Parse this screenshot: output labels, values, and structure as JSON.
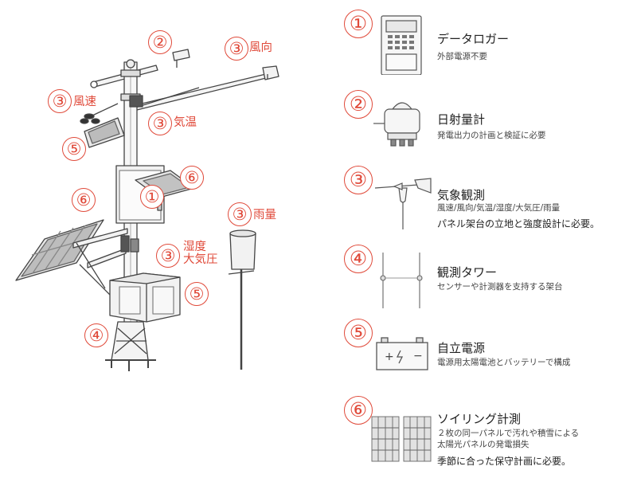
{
  "diagram": {
    "callouts": [
      {
        "num": "②",
        "label": ""
      },
      {
        "num": "③",
        "label": "風向"
      },
      {
        "num": "③",
        "label": "風速"
      },
      {
        "num": "③",
        "label": "気温"
      },
      {
        "num": "⑤",
        "label": ""
      },
      {
        "num": "⑥",
        "label": ""
      },
      {
        "num": "⑥",
        "label": ""
      },
      {
        "num": "①",
        "label": ""
      },
      {
        "num": "③",
        "label": "雨量"
      },
      {
        "num": "③",
        "label": "湿度"
      },
      {
        "num": "",
        "label": "大気圧"
      },
      {
        "num": "⑤",
        "label": ""
      },
      {
        "num": "④",
        "label": ""
      }
    ],
    "legend": [
      {
        "num": "①",
        "icon": "data-logger-icon",
        "title": "データロガー",
        "desc": "外部電源不要",
        "desc2": "",
        "desc3": ""
      },
      {
        "num": "②",
        "icon": "pyranometer-icon",
        "title": "日射量計",
        "desc": "発電出力の計画と検証に必要",
        "desc2": "",
        "desc3": ""
      },
      {
        "num": "③",
        "icon": "weather-sensor-icon",
        "title": "気象観測",
        "desc": "風速/風向/気温/湿度/大気圧/雨量",
        "desc2": "パネル架台の立地と強度設計に必要。",
        "desc3": ""
      },
      {
        "num": "④",
        "icon": "tower-icon",
        "title": "観測タワー",
        "desc": "センサーや計測器を支持する架台",
        "desc2": "",
        "desc3": ""
      },
      {
        "num": "⑤",
        "icon": "battery-icon",
        "title": "自立電源",
        "desc": "電源用太陽電池とバッテリーで構成",
        "desc2": "",
        "desc3": ""
      },
      {
        "num": "⑥",
        "icon": "solar-panel-icon",
        "title": "ソイリング計測",
        "desc": "２枚の同一パネルで汚れや積雪による",
        "desc2": "太陽光パネルの発電損失",
        "desc3": "季節に合った保守計画に必要。"
      }
    ]
  }
}
